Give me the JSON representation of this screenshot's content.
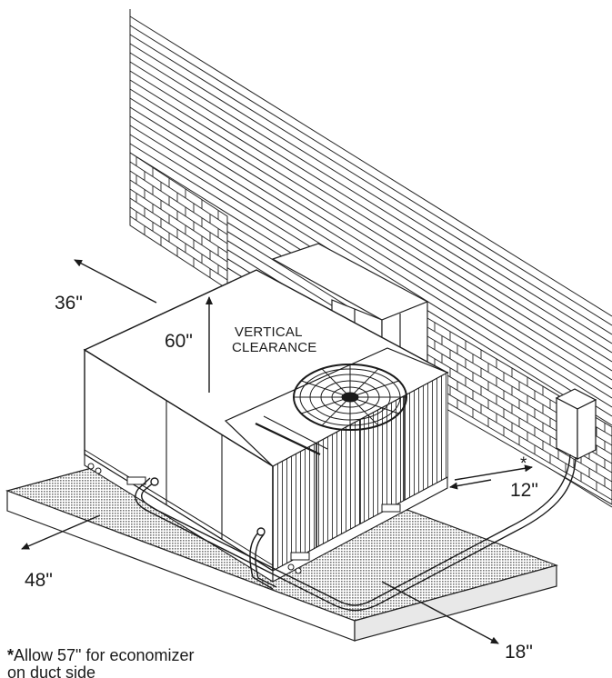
{
  "colors": {
    "ink": "#1a1a1a",
    "paper": "#ffffff",
    "pad": "#d9d9d9"
  },
  "labels": {
    "clearance_top_left": "36\"",
    "clearance_vertical": "60\"",
    "vertical_clearance_line1": "VERTICAL",
    "vertical_clearance_line2": "CLEARANCE",
    "clearance_bottom_left": "48\"",
    "clearance_right": "12\"",
    "clearance_right_mark": "*",
    "clearance_bottom_right": "18\""
  },
  "footnote": {
    "marker": "*",
    "line1": "Allow 57\" for economizer",
    "line2": "on duct side"
  }
}
